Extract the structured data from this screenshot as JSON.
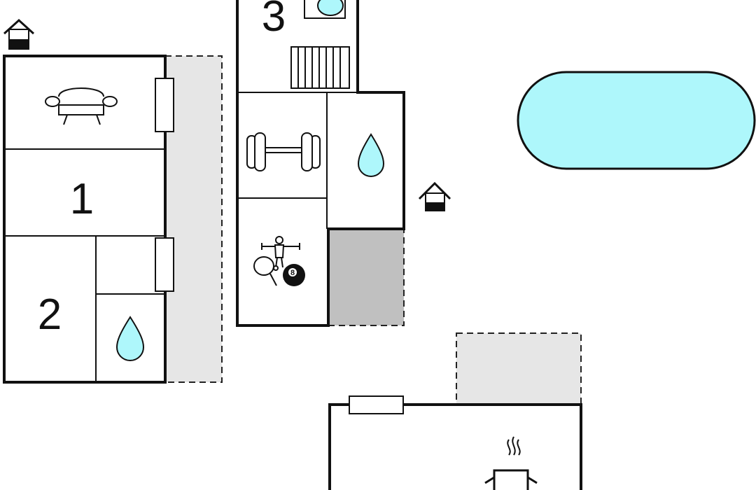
{
  "rooms": {
    "room_1": "1",
    "room_2": "2",
    "room_3": "3"
  },
  "billiard_ball": "8",
  "colors": {
    "water": "#aef7fb",
    "terrace": "#e6e6e6",
    "garage": "#c0c0c0",
    "wall": "#111111"
  },
  "icons": [
    "entrance-icon",
    "sofa-icon",
    "bathroom-drop-icon",
    "fitness-dumbbell-icon",
    "table-football-icon",
    "table-tennis-icon",
    "billiard-ball-icon",
    "stairs-icon",
    "pool-icon",
    "kitchen-pot-icon"
  ]
}
